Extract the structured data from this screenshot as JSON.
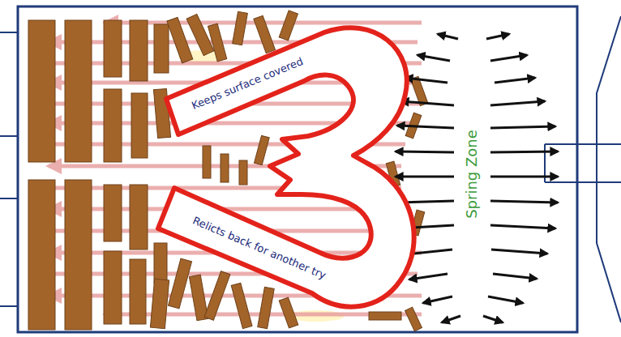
{
  "diagram": {
    "nodes": [
      {
        "text": [
          "Keeps surface covered",
          "Relicts back for another try"
        ]
      }
    ],
    "labels": [
      "Spring Zone"
    ]
  }
}
